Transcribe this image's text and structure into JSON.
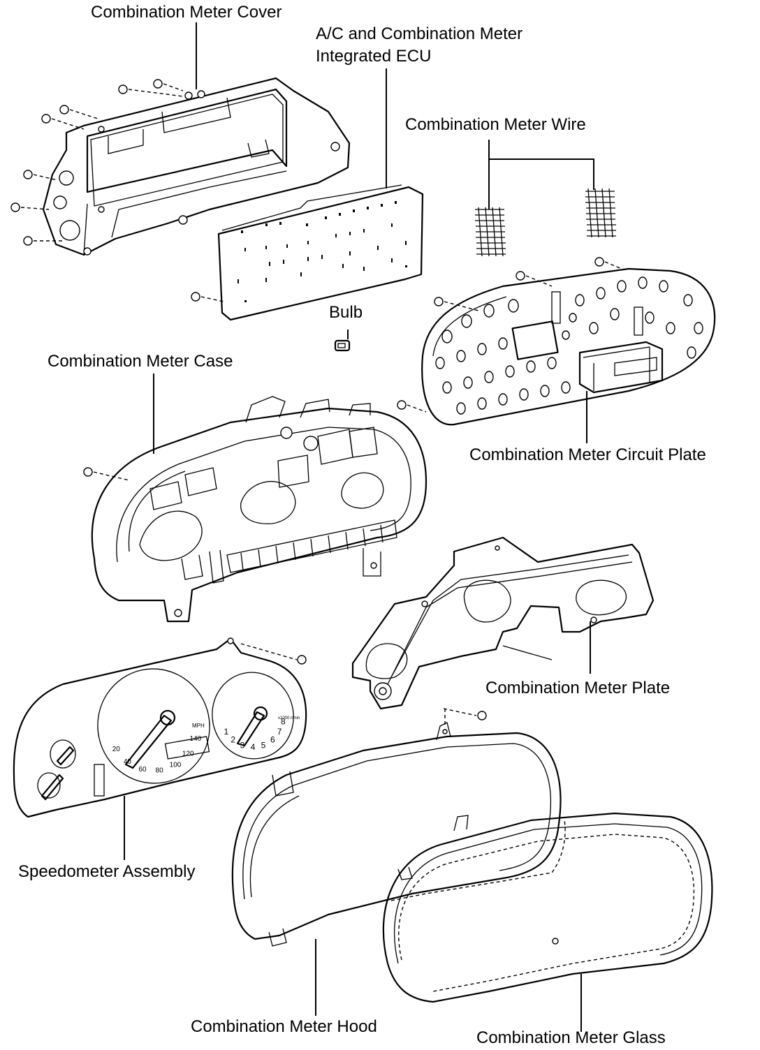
{
  "labels": {
    "cover": "Combination Meter Cover",
    "ecu_line1": "A/C and Combination Meter",
    "ecu_line2": "Integrated ECU",
    "wire": "Combination Meter Wire",
    "bulb": "Bulb",
    "case": "Combination Meter Case",
    "circuit_plate": "Combination Meter Circuit Plate",
    "plate": "Combination Meter Plate",
    "speedometer": "Speedometer Assembly",
    "hood": "Combination Meter Hood",
    "glass": "Combination Meter Glass"
  },
  "dials": {
    "speed_ticks": [
      "20",
      "40",
      "60",
      "80",
      "100",
      "120",
      "140"
    ],
    "speed_unit": "MPH",
    "rpm_ticks": [
      "1",
      "2",
      "3",
      "4",
      "5",
      "6",
      "7",
      "8"
    ],
    "rpm_unit": "x1000 r/min"
  }
}
